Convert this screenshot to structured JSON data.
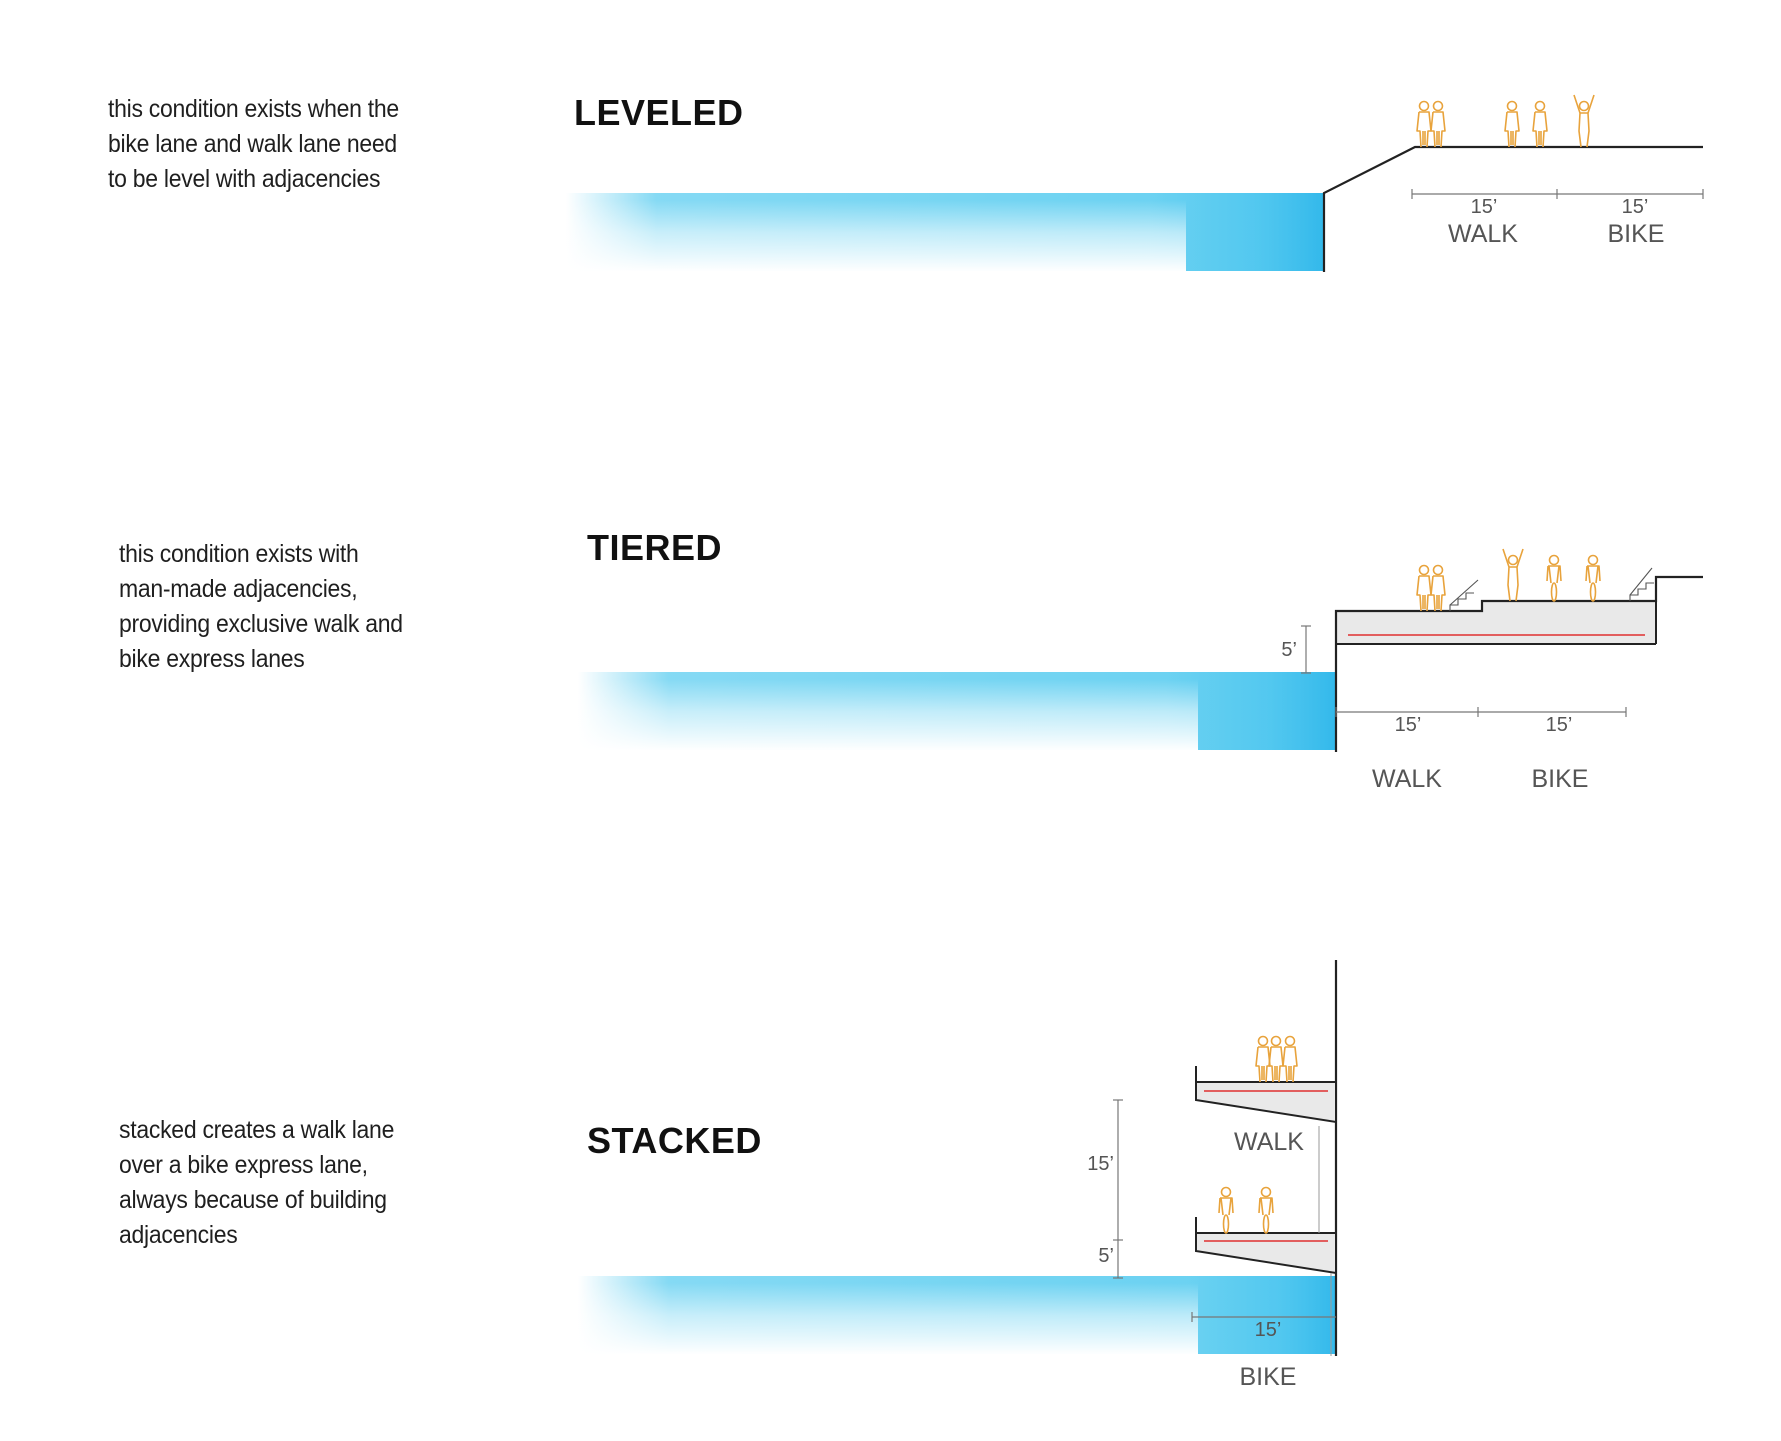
{
  "colors": {
    "water": "#5ccdf0",
    "line": "#222222",
    "figure": "#e8a33c",
    "red_line": "#e03030",
    "deck_fill": "#e9e9e9",
    "dim_line": "#777777"
  },
  "sections": [
    {
      "id": "leveled",
      "title": "LEVELED",
      "description": [
        "this condition exists when the",
        "bike lane and walk lane need",
        "to be level with adjacencies"
      ],
      "dims": [
        "15’",
        "15’"
      ],
      "lanes": [
        "WALK",
        "BIKE"
      ]
    },
    {
      "id": "tiered",
      "title": "TIERED",
      "description": [
        "this condition exists with",
        "man-made adjacencies,",
        "providing exclusive walk and",
        "bike express lanes"
      ],
      "height_dim": "5’",
      "dims": [
        "15’",
        "15’"
      ],
      "lanes": [
        "WALK",
        "BIKE"
      ]
    },
    {
      "id": "stacked",
      "title": "STACKED",
      "description": [
        "stacked creates a walk lane",
        "over a bike express lane,",
        "always because of building",
        "adjacencies"
      ],
      "height_dims": [
        "15’",
        "5’"
      ],
      "dims": [
        "15’"
      ],
      "lanes": [
        "WALK",
        "BIKE"
      ]
    }
  ]
}
